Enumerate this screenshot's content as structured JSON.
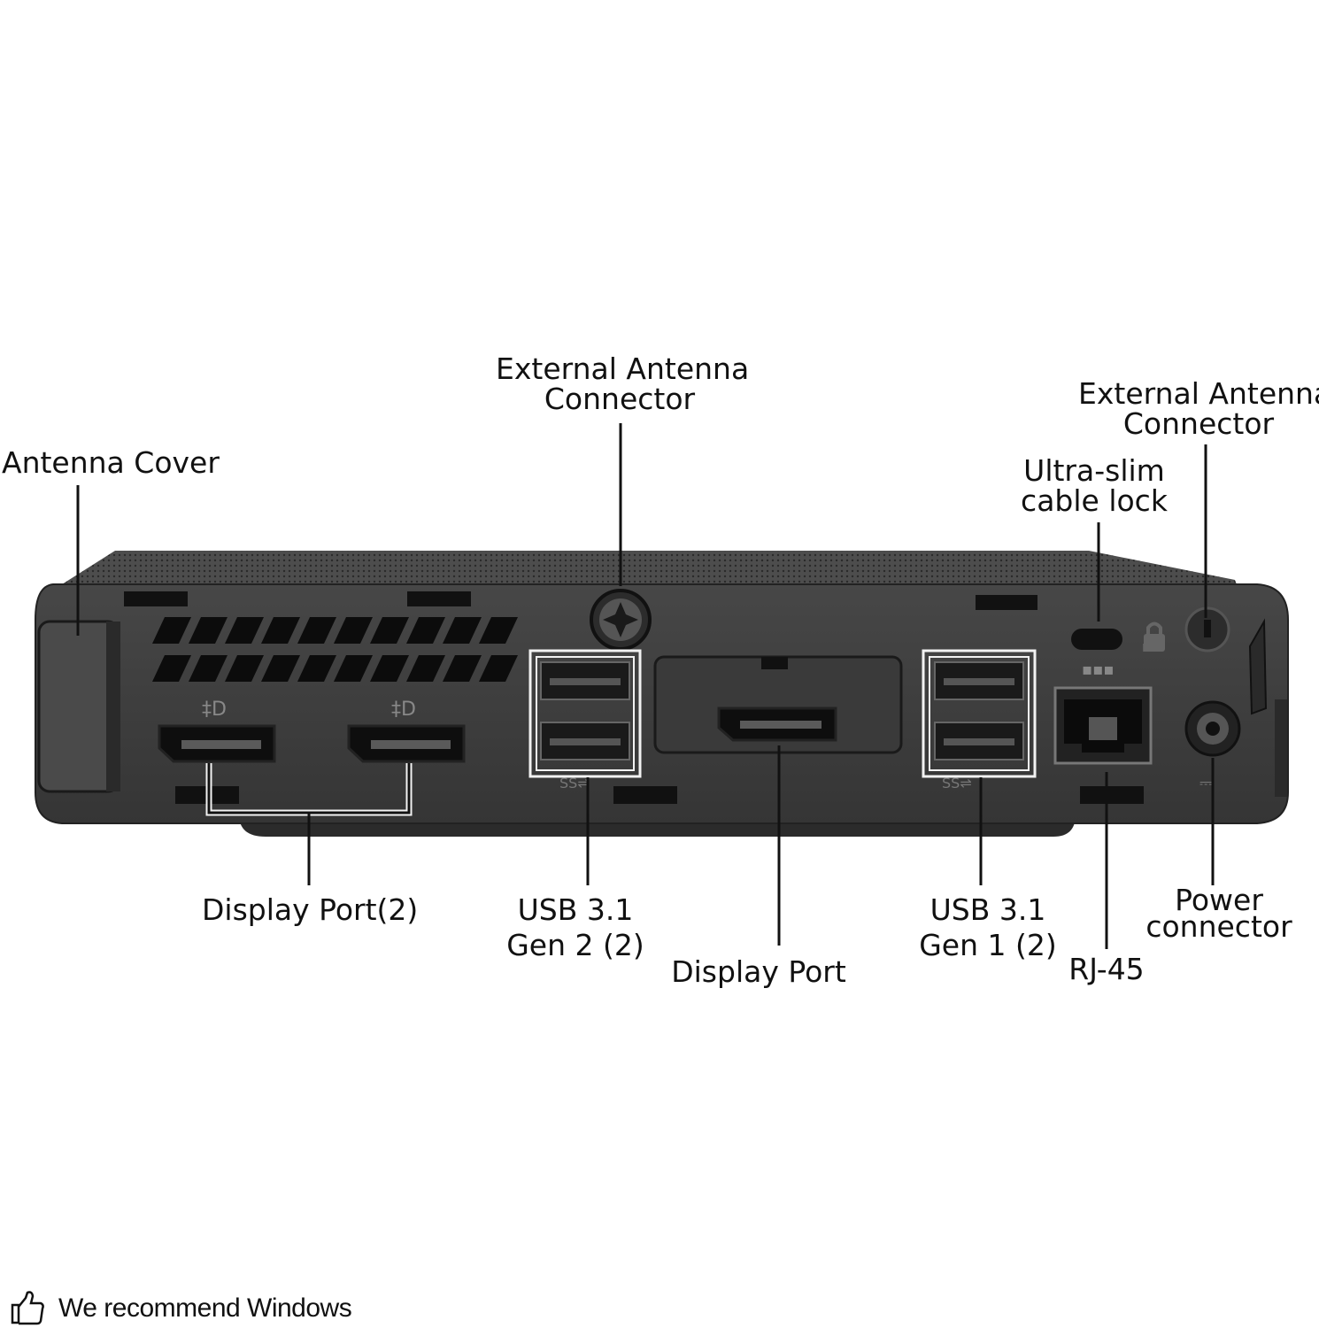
{
  "labels": {
    "antenna_cover": "Antenna Cover",
    "ext_antenna_center": [
      "External Antenna",
      "Connector"
    ],
    "ext_antenna_right": [
      "External Antenna",
      "Connector"
    ],
    "cable_lock": [
      "Ultra-slim",
      "cable lock"
    ],
    "display_port_2": "Display Port(2)",
    "usb_gen2": [
      "USB 3.1",
      "Gen 2 (2)"
    ],
    "display_port": "Display Port",
    "usb_gen1": [
      "USB 3.1",
      "Gen 1 (2)"
    ],
    "rj45": "RJ-45",
    "power": [
      "Power",
      "connector"
    ]
  },
  "footer": {
    "icon": "thumbs-up-icon",
    "text": "We recommend Windows"
  },
  "colors": {
    "chassis": "#3a3a3a",
    "chassis_top": "#4a4a4a",
    "port": "#0e0e0e",
    "callout_line": "#111111"
  }
}
